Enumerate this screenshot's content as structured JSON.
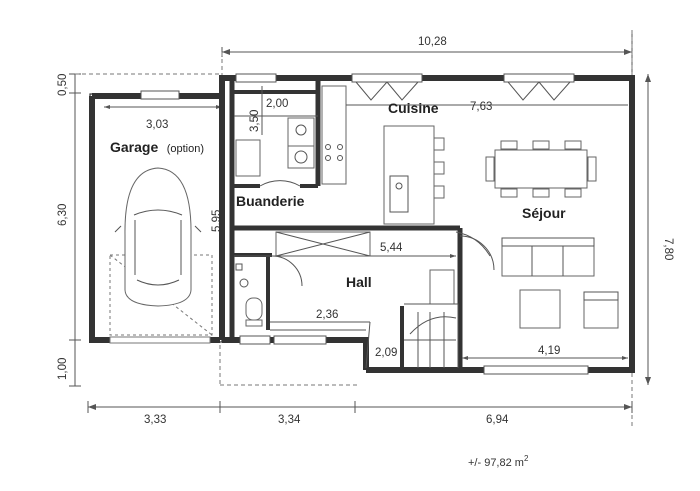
{
  "rooms": {
    "garage": "Garage",
    "garage_option": "(option)",
    "buanderie": "Buanderie",
    "cuisine": "Cuisine",
    "sejour": "Séjour",
    "hall": "Hall"
  },
  "dimensions": {
    "top_total": "10,28",
    "left_top": "0,50",
    "left_mid": "6,30",
    "left_bottom": "1,00",
    "right_total": "7,80",
    "bottom_garage": "3,33",
    "bottom_middle": "3,34",
    "bottom_right": "6,94",
    "garage_width": "3,03",
    "buanderie_width": "2,00",
    "buanderie_height": "3,50",
    "cuisine_width": "7,63",
    "hall_height": "5,95",
    "hall_width": "5,44",
    "wc_width": "2,36",
    "stair_width": "2,09",
    "sejour_width": "4,19"
  },
  "area": {
    "value": "+/- 97,82 m",
    "unit_sup": "2"
  }
}
